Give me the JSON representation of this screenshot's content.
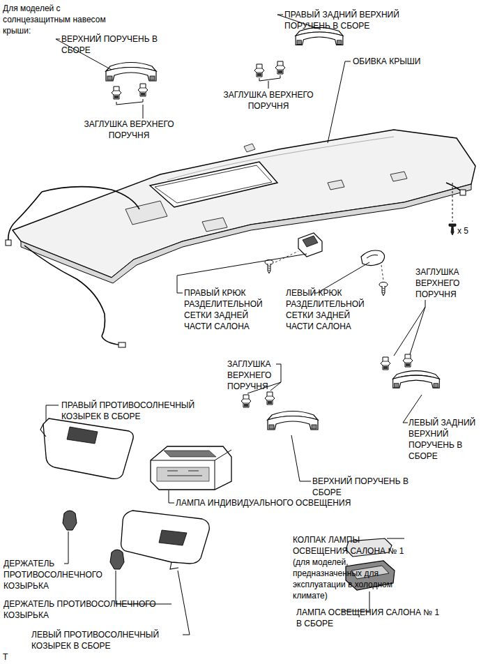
{
  "diagram": {
    "labels": [
      "Для моделей с солнцезащитным навесом крыши:",
      "ВЕРХНИЙ ПОРУЧЕНЬ В СБОРЕ",
      "ПРАВЫЙ ЗАДНИЙ ВЕРХНИЙ ПОРУЧЕНЬ В СБОРЕ",
      "ЗАГЛУШКА ВЕРХНЕГО ПОРУЧНЯ",
      "ОБИВКА КРЫШИ",
      "ЗАГЛУШКА ВЕРХНЕГО ПОРУЧНЯ",
      "x 5",
      "ПРАВЫЙ КРЮК РАЗДЕЛИТЕЛЬНОЙ СЕТКИ ЗАДНЕЙ ЧАСТИ САЛОНА",
      "ЛЕВЫЙ КРЮК РАЗДЕЛИТЕЛЬНОЙ СЕТКИ ЗАДНЕЙ ЧАСТИ САЛОНА",
      "ЗАГЛУШКА ВЕРХНЕГО ПОРУЧНЯ",
      "ЗАГЛУШКА ВЕРХНЕГО ПОРУЧНЯ",
      "ПРАВЫЙ ПРОТИВОСОЛНЕЧНЫЙ КОЗЫРЕК В СБОРЕ",
      "ЛЕВЫЙ ЗАДНИЙ ВЕРХНИЙ ПОРУЧЕНЬ В СБОРЕ",
      "ВЕРХНИЙ ПОРУЧЕНЬ В СБОРЕ",
      "ЛАМПА ИНДИВИДУАЛЬНОГО ОСВЕЩЕНИЯ",
      "КОЛПАК ЛАМПЫ ОСВЕЩЕНИЯ САЛОНА № 1 (для моделей, предназначенных для эксплуатации в холодном климате)",
      "ДЕРЖАТЕЛЬ ПРОТИВОСОЛНЕЧНОГО КОЗЫРЬКА",
      "ДЕРЖАТЕЛЬ ПРОТИВОСОЛНЕЧНОГО КОЗЫРЬКА",
      "ЛАМПА ОСВЕЩЕНИЯ САЛОНА № 1 В СБОРЕ",
      "ЛЕВЫЙ ПРОТИВОСОЛНЕЧНЫЙ КОЗЫРЕК В СБОРЕ",
      "T"
    ]
  }
}
